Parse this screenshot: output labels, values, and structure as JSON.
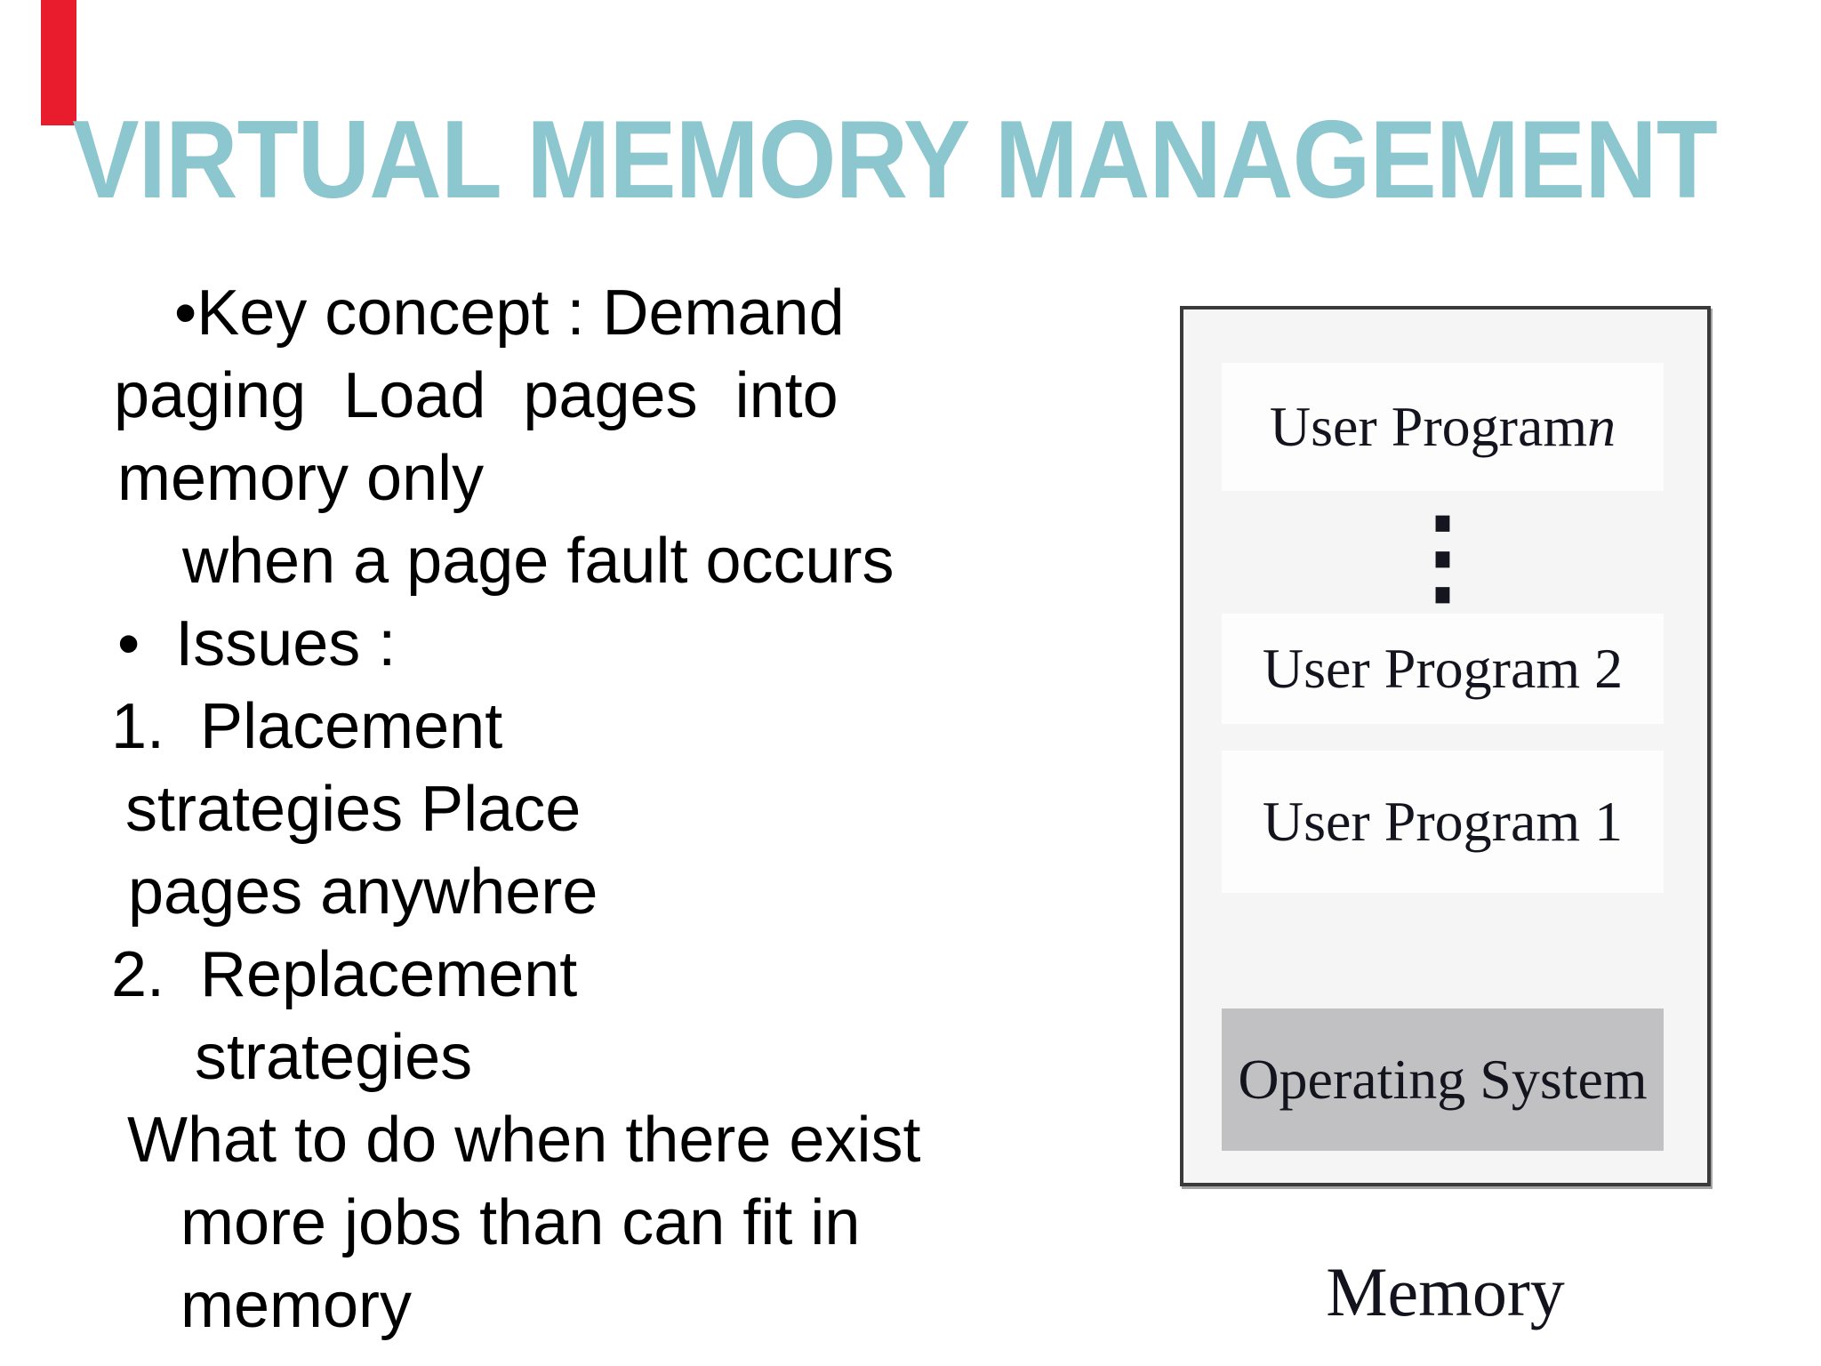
{
  "slide": {
    "title": "VIRTUAL MEMORY MANAGEMENT",
    "colors": {
      "title_text": "#8cc6ce",
      "accent_bar": "#e91c2e",
      "panel_fill": "#f5f5f6",
      "panel_border": "#3a3a3a",
      "program_cell_fill": "#fdfdfe",
      "os_cell_fill": "#c1c1c3",
      "body_text": "#000000"
    }
  },
  "body": {
    "lines": [
      "•Key concept : Demand",
      "paging Load pages into",
      "memory only",
      "when a page fault occurs",
      "•  Issues :",
      "1.  Placement",
      "strategies Place",
      "pages anywhere",
      "2.  Replacement",
      "strategies",
      "What to do when there exist",
      "more jobs than can fit in",
      "memory"
    ]
  },
  "diagram": {
    "program_n_prefix": "User Program ",
    "program_n_variable": "n",
    "ellipsis": "⋮",
    "program_2": "User Program 2",
    "program_1": "User Program 1",
    "operating_system": "Operating System",
    "caption": "Memory"
  }
}
